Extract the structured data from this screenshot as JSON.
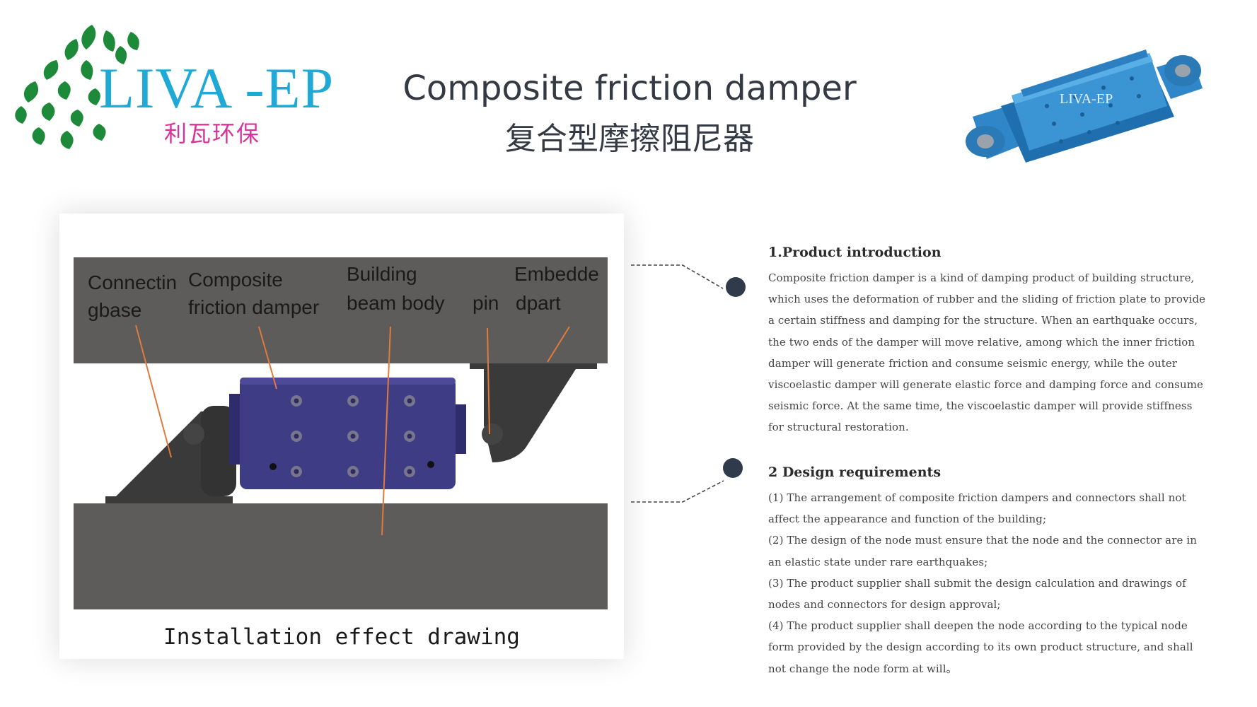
{
  "logo": {
    "name": "LIVA -EP",
    "name_cn": "利瓦环保"
  },
  "header": {
    "title_en": "Composite friction damper",
    "title_cn": "复合型摩擦阻尼器"
  },
  "product_image": {
    "label": "LIVA-EP"
  },
  "drawing": {
    "labels": {
      "connecting_base_1": "Connectin",
      "connecting_base_2": "gbase",
      "composite_1": "Composite",
      "composite_2": "friction damper",
      "building_1": "Building",
      "building_2": "beam body",
      "pin": "pin",
      "embedded_1": "Embedde",
      "embedded_2": "dpart"
    },
    "caption": "Installation effect drawing"
  },
  "introduction": {
    "heading": "1.Product introduction",
    "text": "Composite friction damper is a kind of damping product of building structure, which uses the deformation of rubber and the sliding of friction plate to provide a certain stiffness and damping for the structure. When an earthquake occurs, the two ends of the damper will move relative, among which the inner friction damper will generate friction and consume seismic energy, while the outer viscoelastic damper will generate elastic force and damping force and consume seismic force. At the same time, the viscoelastic damper will provide stiffness for structural restoration."
  },
  "requirements": {
    "heading": "2 Design requirements",
    "items": [
      "(1) The arrangement of composite friction dampers and connectors shall not affect the appearance and function of the building;",
      "(2) The design of the node must ensure that the node and the connector are in an elastic state under rare earthquakes;",
      "(3) The product supplier shall submit the design calculation and drawings of nodes and connectors for design approval;",
      "(4) The product supplier shall deepen the node according to the typical node form provided by the design according to its own product structure, and shall not change the node form at will。"
    ]
  },
  "colors": {
    "logo_blue": "#1ea9d6",
    "logo_pink": "#d8339a",
    "leaf_green": "#1d8a3a",
    "title": "#333a44",
    "product_blue": "#2f86c8",
    "beam_gray": "#5e5c5b",
    "damper_purple": "#3f3c86",
    "leader_orange": "#e07a3c",
    "dot": "#2f3a4a"
  }
}
